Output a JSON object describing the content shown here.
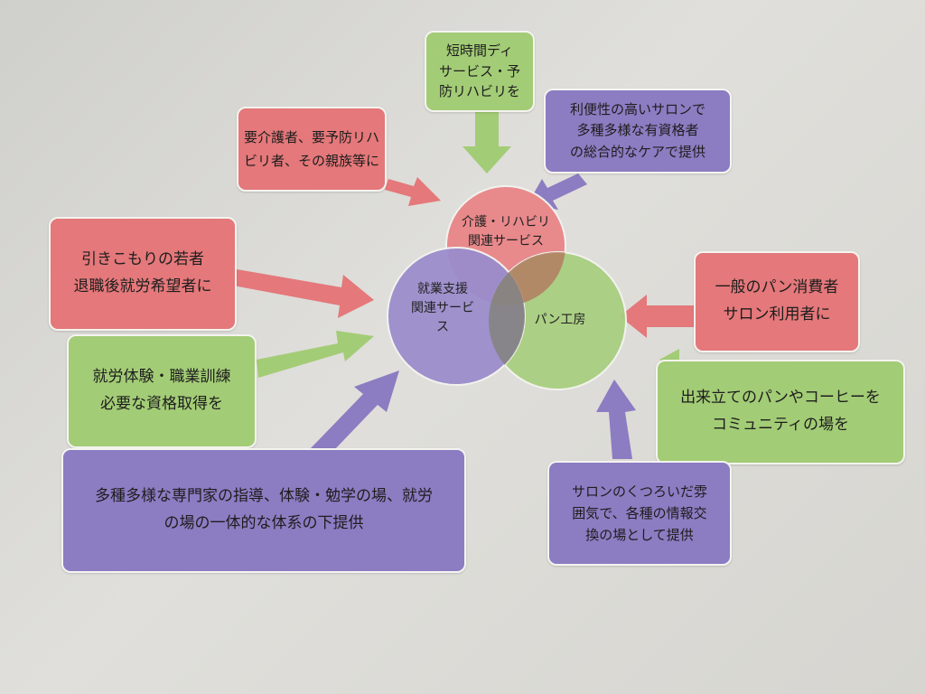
{
  "center": {
    "care": "介護・リハビリ\n関連サービス",
    "employment": "就業支援\n関連サービ\nス",
    "bakery": "パン工房"
  },
  "boxes": {
    "top_green": "短時間ディ\nサービス・予\n防リハビリを",
    "top_red": "要介護者、要予防リハ\nビリ者、その親族等に",
    "top_purple": "利便性の高いサロンで\n多種多様な有資格者\nの総合的なケアで提供",
    "left_red": "引きこもりの若者\n退職後就労希望者に",
    "left_green": "就労体験・職業訓練\n必要な資格取得を",
    "bottom_purple": "多種多様な専門家の指導、体験・勉学の場、就労\nの場の一体的な体系の下提供",
    "right_red": "一般のパン消費者\nサロン利用者に",
    "right_green": "出来立てのパンやコーヒーを\nコミュニティの場を",
    "right_purple": "サロンのくつろいだ雰\n囲気で、各種の情報交\n換の場として提供"
  },
  "colors": {
    "red": "#e4787a",
    "green": "#a3cc76",
    "purple": "#8c7cc2"
  }
}
